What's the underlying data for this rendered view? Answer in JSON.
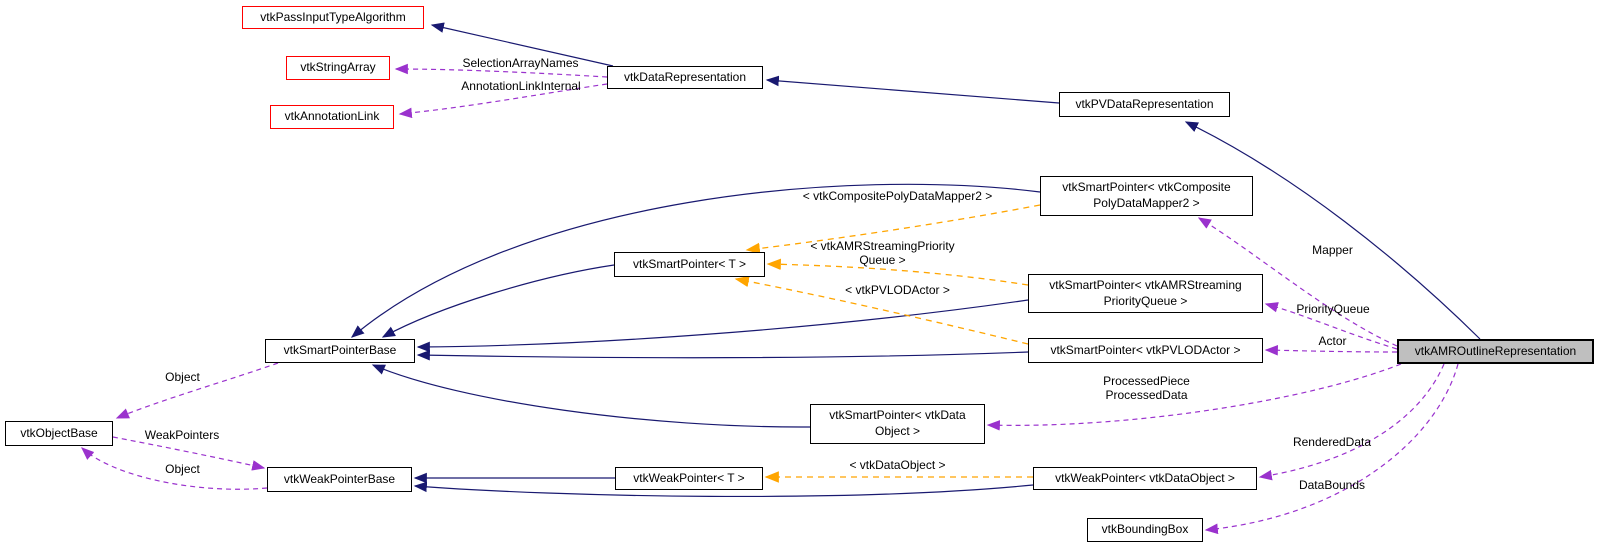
{
  "diagram": {
    "kind": "doxygen-collaboration-graph",
    "main_class": "vtkAMROutlineRepresentation",
    "colors": {
      "inheritance_edge": "#191970",
      "usage_edge": "#9a32cd",
      "template_edge": "#ffa500",
      "external_node_border": "#ff0000",
      "node_border": "#000000",
      "main_node_fill": "#bfbfbf",
      "node_fill": "#ffffff"
    }
  },
  "nodes": {
    "passInputTypeAlgorithm": {
      "label": "vtkPassInputTypeAlgorithm"
    },
    "stringArray": {
      "label": "vtkStringArray"
    },
    "annotationLink": {
      "label": "vtkAnnotationLink"
    },
    "dataRepresentation": {
      "label": "vtkDataRepresentation"
    },
    "pvDataRepresentation": {
      "label": "vtkPVDataRepresentation"
    },
    "smartPointerComposite": {
      "line1": "vtkSmartPointer< vtkComposite",
      "line2": "PolyDataMapper2 >"
    },
    "smartPointerT": {
      "label": "vtkSmartPointer< T >"
    },
    "smartPointerAMRStreaming": {
      "line1": "vtkSmartPointer< vtkAMRStreaming",
      "line2": "PriorityQueue >"
    },
    "smartPointerPVLODActor": {
      "label": "vtkSmartPointer< vtkPVLODActor >"
    },
    "smartPointerBase": {
      "label": "vtkSmartPointerBase"
    },
    "objectBase": {
      "label": "vtkObjectBase"
    },
    "smartPointerDataObject": {
      "line1": "vtkSmartPointer< vtkData",
      "line2": "Object >"
    },
    "weakPointerBase": {
      "label": "vtkWeakPointerBase"
    },
    "weakPointerT": {
      "label": "vtkWeakPointer< T >"
    },
    "weakPointerDataObject": {
      "label": "vtkWeakPointer< vtkDataObject >"
    },
    "boundingBox": {
      "label": "vtkBoundingBox"
    },
    "amrOutlineRepresentation": {
      "label": "vtkAMROutlineRepresentation"
    }
  },
  "edgeLabels": {
    "selectionArrayNames": "SelectionArrayNames",
    "annotationLinkInternal": "AnnotationLinkInternal",
    "templateComposite": "< vtkCompositePolyDataMapper2 >",
    "templateAMRStreamingLine1": "< vtkAMRStreamingPriority",
    "templateAMRStreamingLine2": "Queue >",
    "templatePVLODActor": "< vtkPVLODActor >",
    "templateDataObject": "< vtkDataObject >",
    "mapper": "Mapper",
    "priorityQueue": "PriorityQueue",
    "actor": "Actor",
    "processedLine1": "ProcessedPiece",
    "processedLine2": "ProcessedData",
    "renderedData": "RenderedData",
    "dataBounds": "DataBounds",
    "objectTop": "Object",
    "weakPointers": "WeakPointers",
    "objectBottom": "Object"
  },
  "edges": {
    "inheritance": [
      {
        "derived": "vtkDataRepresentation",
        "base": "vtkPassInputTypeAlgorithm"
      },
      {
        "derived": "vtkPVDataRepresentation",
        "base": "vtkDataRepresentation"
      },
      {
        "derived": "vtkAMROutlineRepresentation",
        "base": "vtkPVDataRepresentation"
      },
      {
        "derived": "vtkSmartPointer< vtkCompositePolyDataMapper2 >",
        "base": "vtkSmartPointerBase"
      },
      {
        "derived": "vtkSmartPointer< T >",
        "base": "vtkSmartPointerBase"
      },
      {
        "derived": "vtkSmartPointer< vtkAMRStreamingPriorityQueue >",
        "base": "vtkSmartPointerBase"
      },
      {
        "derived": "vtkSmartPointer< vtkPVLODActor >",
        "base": "vtkSmartPointerBase"
      },
      {
        "derived": "vtkSmartPointer< vtkDataObject >",
        "base": "vtkSmartPointerBase"
      },
      {
        "derived": "vtkWeakPointer< T >",
        "base": "vtkWeakPointerBase"
      },
      {
        "derived": "vtkWeakPointer< vtkDataObject >",
        "base": "vtkWeakPointerBase"
      }
    ],
    "usage": [
      {
        "from": "vtkDataRepresentation",
        "to": "vtkStringArray",
        "label": "SelectionArrayNames"
      },
      {
        "from": "vtkDataRepresentation",
        "to": "vtkAnnotationLink",
        "label": "AnnotationLinkInternal"
      },
      {
        "from": "vtkSmartPointerBase",
        "to": "vtkObjectBase",
        "label": "Object"
      },
      {
        "from": "vtkObjectBase",
        "to": "vtkWeakPointerBase",
        "label": "WeakPointers"
      },
      {
        "from": "vtkWeakPointerBase",
        "to": "vtkObjectBase",
        "label": "Object"
      },
      {
        "from": "vtkAMROutlineRepresentation",
        "to": "vtkSmartPointer< vtkCompositePolyDataMapper2 >",
        "label": "Mapper"
      },
      {
        "from": "vtkAMROutlineRepresentation",
        "to": "vtkSmartPointer< vtkAMRStreamingPriorityQueue >",
        "label": "PriorityQueue"
      },
      {
        "from": "vtkAMROutlineRepresentation",
        "to": "vtkSmartPointer< vtkPVLODActor >",
        "label": "Actor"
      },
      {
        "from": "vtkAMROutlineRepresentation",
        "to": "vtkSmartPointer< vtkDataObject >",
        "label": "ProcessedPiece ProcessedData"
      },
      {
        "from": "vtkAMROutlineRepresentation",
        "to": "vtkWeakPointer< vtkDataObject >",
        "label": "RenderedData"
      },
      {
        "from": "vtkAMROutlineRepresentation",
        "to": "vtkBoundingBox",
        "label": "DataBounds"
      }
    ],
    "template_instantiation": [
      {
        "from": "vtkSmartPointer< vtkCompositePolyDataMapper2 >",
        "to": "vtkSmartPointer< T >",
        "label": "< vtkCompositePolyDataMapper2 >"
      },
      {
        "from": "vtkSmartPointer< vtkAMRStreamingPriorityQueue >",
        "to": "vtkSmartPointer< T >",
        "label": "< vtkAMRStreamingPriority Queue >"
      },
      {
        "from": "vtkSmartPointer< vtkPVLODActor >",
        "to": "vtkSmartPointer< T >",
        "label": "< vtkPVLODActor >"
      },
      {
        "from": "vtkWeakPointer< vtkDataObject >",
        "to": "vtkWeakPointer< T >",
        "label": "< vtkDataObject >"
      }
    ]
  }
}
